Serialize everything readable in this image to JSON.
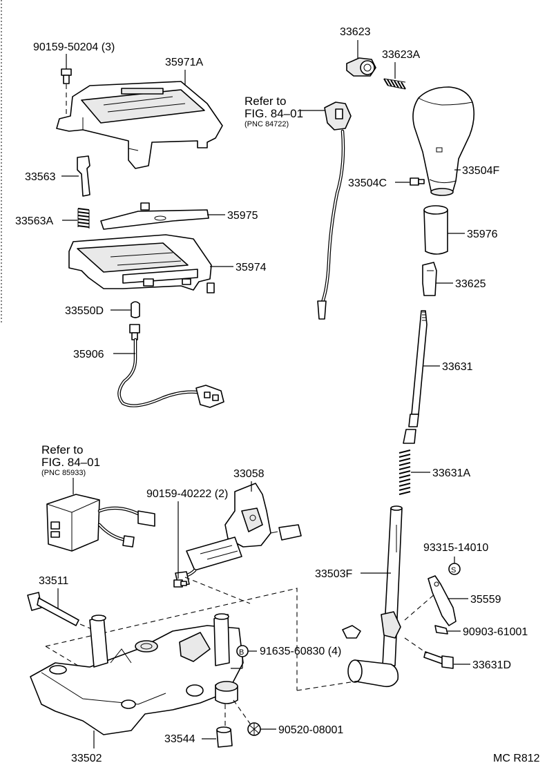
{
  "labels": {
    "p1": "90159-50204 (3)",
    "p2": "35971A",
    "p3": "33563",
    "p4": "33563A",
    "p5": "35975",
    "p6": "35974",
    "p7": "33550D",
    "p8": "35906",
    "p9": "33623",
    "p10": "33623A",
    "p11": "33504C",
    "p12": "33504F",
    "p13": "35976",
    "p14": "33625",
    "p15": "33631",
    "p16": "33631A",
    "p17": "33058",
    "p18": "90159-40222 (2)",
    "p19": "33511",
    "p20": "91635-60830 (4)",
    "p21": "33503F",
    "p22": "93315-14010",
    "p23": "35559",
    "p24": "90903-61001",
    "p25": "33631D",
    "p26": "33544",
    "p27": "90520-08001",
    "p28": "33502"
  },
  "refs": {
    "ref1_line1": "Refer to",
    "ref1_line2": "FIG. 84–01",
    "ref1_pnc": "(PNC 84722)",
    "ref2_line1": "Refer to",
    "ref2_line2": "FIG. 84–01",
    "ref2_pnc": "(PNC 85933)"
  },
  "markers": {
    "s_mark": "S",
    "b_mark": "B"
  },
  "footer": {
    "code": "MC R812"
  }
}
